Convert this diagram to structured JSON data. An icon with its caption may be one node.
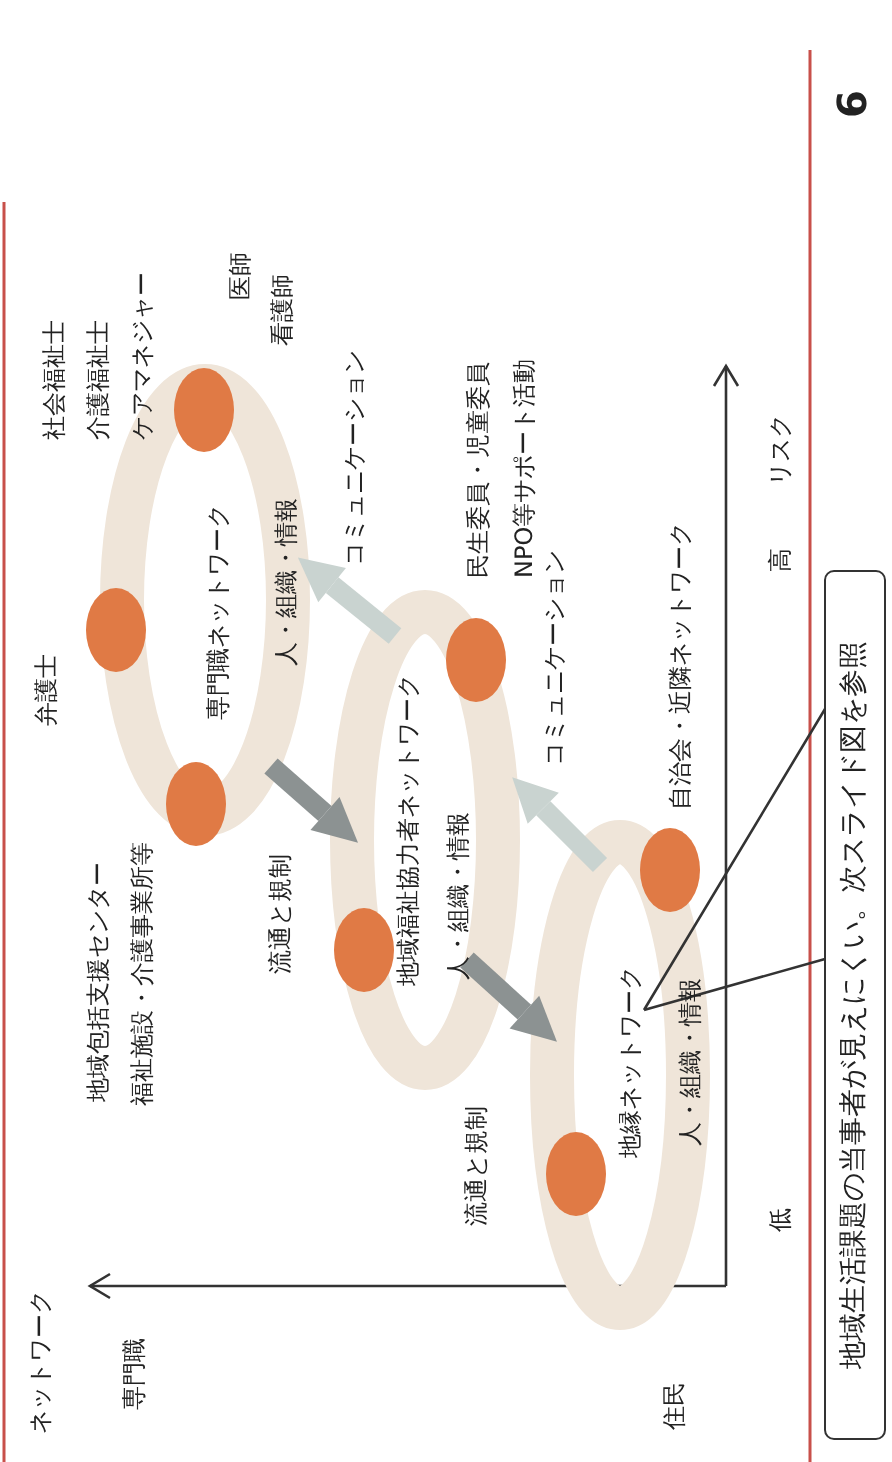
{
  "diagram": {
    "nodes": [
      {
        "text": [
          "専門職ネットワーク",
          "人・組織・情報"
        ]
      },
      {
        "text": [
          "地域福祉協力者ネットワーク",
          "人・組織・情報"
        ]
      },
      {
        "text": [
          "人・組織・情報"
        ]
      },
      {
        "text": [
          "地域生活課題の当事者が見えにくい。次スライド図を参照"
        ]
      },
      {
        "text": [
          "地縁ネットワーク"
        ],
        "in": 2
      }
    ],
    "edges": [
      {
        "from": 0,
        "to": 1,
        "arrow": "to",
        "label": "流通と規制",
        "color": "#8c9292"
      },
      {
        "from": 1,
        "to": 2,
        "arrow": "to",
        "label": "流通と規制",
        "color": "#8c9292"
      },
      {
        "from": 2,
        "to": 1,
        "arrow": "to",
        "label": "コミュニケーション",
        "color": "#c9d3d0"
      },
      {
        "from": 1,
        "to": 0,
        "arrow": "to",
        "label": "コミュニケーション",
        "color": "#c9d3d0"
      },
      {
        "from": 3,
        "to": 4,
        "arrow": "none",
        "color": "#333333"
      }
    ],
    "labels": [
      "ネットワーク",
      "専門職",
      "住民",
      "低",
      "高",
      "リスク",
      "社会福祉士",
      "介護福祉士",
      "ケアマネジャー",
      "医師",
      "看護師",
      "弁護士",
      "地域包括支援センター",
      "福祉施設・介護事業所等",
      "民生委員・児童委員",
      "NPO等サポート活動",
      "自治会・近隣ネットワーク",
      "6"
    ]
  }
}
